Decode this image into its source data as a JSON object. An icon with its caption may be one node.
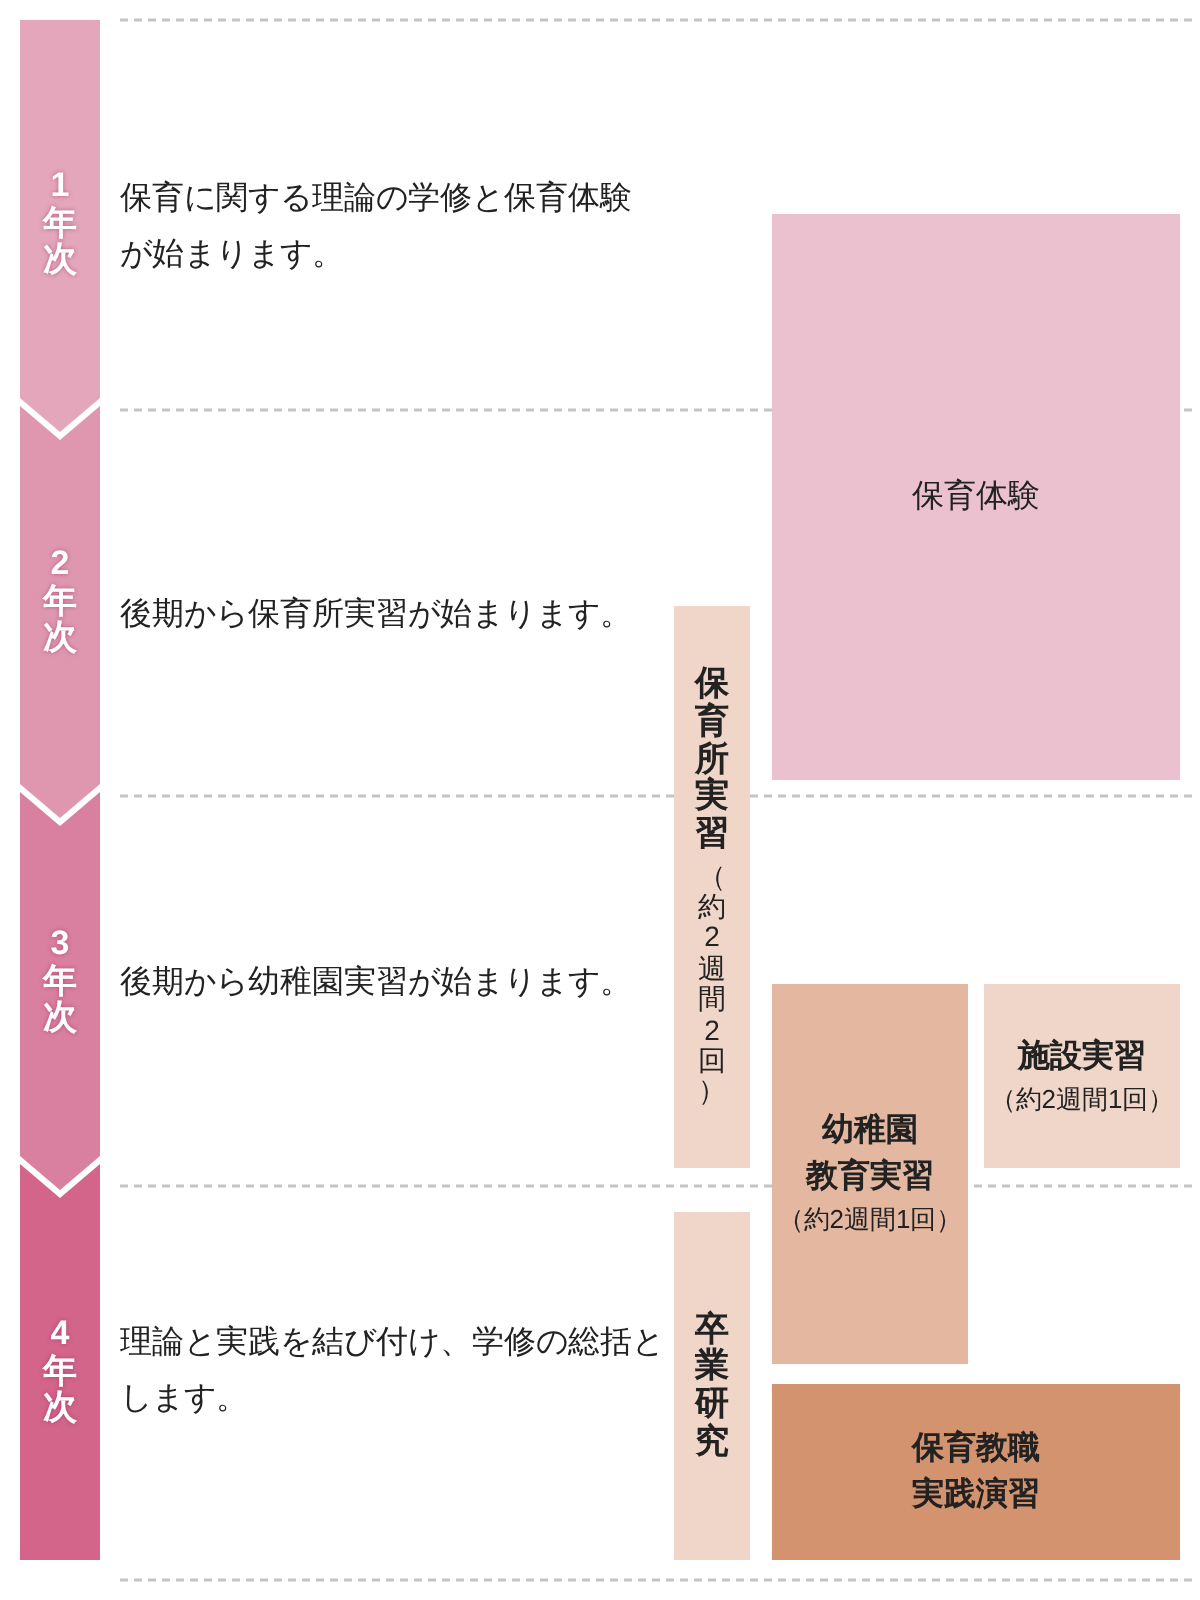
{
  "diagram": {
    "nodes": [
      {
        "text": [
          "1年次"
        ],
        "beside": [
          "保育に関する理論の学修と保育体験が始まります。"
        ]
      },
      {
        "text": [
          "2年次"
        ],
        "beside": [
          "後期から保育所実習が始まります。"
        ]
      },
      {
        "text": [
          "3年次"
        ],
        "beside": [
          "後期から幼稚園実習が始まります。"
        ]
      },
      {
        "text": [
          "4年次"
        ],
        "beside": [
          "理論と実践を結び付け、学修の総括とします。"
        ]
      },
      {
        "text": [
          "保育体験"
        ]
      },
      {
        "text": [
          "保育所実習",
          "（約2週間2回）"
        ]
      },
      {
        "text": [
          "幼稚園教育実習",
          "（約2週間1回）"
        ]
      },
      {
        "text": [
          "施設実習",
          "（約2週間1回）"
        ]
      },
      {
        "text": [
          "卒業研究"
        ]
      },
      {
        "text": [
          "保育教職実践演習"
        ]
      }
    ]
  }
}
